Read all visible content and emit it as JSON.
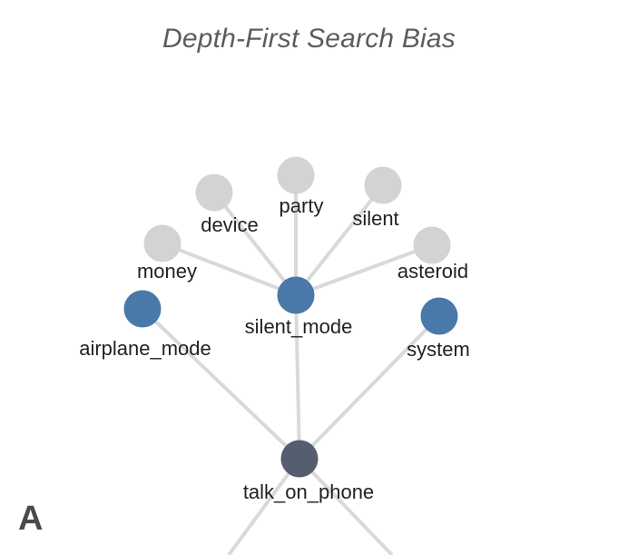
{
  "title": "Depth-First Search Bias",
  "panel_label": "A",
  "colors": {
    "edge": "#d9d9d9",
    "unvisited": "#d3d3d6",
    "visited": "#4a78a8",
    "current": "#555e6e"
  },
  "nodes": [
    {
      "id": "party",
      "label": "party",
      "state": "unvisited"
    },
    {
      "id": "device",
      "label": "device",
      "state": "unvisited"
    },
    {
      "id": "silent",
      "label": "silent",
      "state": "unvisited"
    },
    {
      "id": "money",
      "label": "money",
      "state": "unvisited"
    },
    {
      "id": "asteroid",
      "label": "asteroid",
      "state": "unvisited"
    },
    {
      "id": "silent_mode",
      "label": "silent_mode",
      "state": "visited"
    },
    {
      "id": "airplane_mode",
      "label": "airplane_mode",
      "state": "visited"
    },
    {
      "id": "system",
      "label": "system",
      "state": "visited"
    },
    {
      "id": "talk_on_phone",
      "label": "talk_on_phone",
      "state": "current"
    }
  ],
  "edges": [
    [
      "silent_mode",
      "party"
    ],
    [
      "silent_mode",
      "device"
    ],
    [
      "silent_mode",
      "silent"
    ],
    [
      "silent_mode",
      "money"
    ],
    [
      "silent_mode",
      "asteroid"
    ],
    [
      "talk_on_phone",
      "silent_mode"
    ],
    [
      "talk_on_phone",
      "airplane_mode"
    ],
    [
      "talk_on_phone",
      "system"
    ]
  ]
}
